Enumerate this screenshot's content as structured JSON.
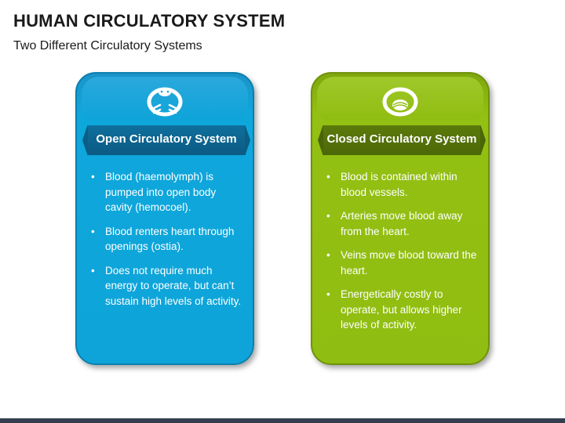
{
  "header": {
    "title": "HUMAN CIRCULATORY SYSTEM",
    "subtitle": "Two Different Circulatory Systems"
  },
  "cards": [
    {
      "icon": "open-circulation-icon",
      "color": "#0ea4d9",
      "label": "Open Circulatory System",
      "bullets": [
        "Blood (haemolymph) is pumped into open body cavity (hemocoel).",
        "Blood renters heart through openings (ostia).",
        "Does not require much energy to operate, but can’t sustain high levels of activity."
      ]
    },
    {
      "icon": "closed-circulation-icon",
      "color": "#90bd11",
      "label": "Closed Circulatory System",
      "bullets": [
        "Blood is contained within blood vessels.",
        "Arteries move blood away from the heart.",
        "Veins move blood toward the heart.",
        "Energetically costly to operate, but allows higher levels of activity."
      ]
    }
  ]
}
